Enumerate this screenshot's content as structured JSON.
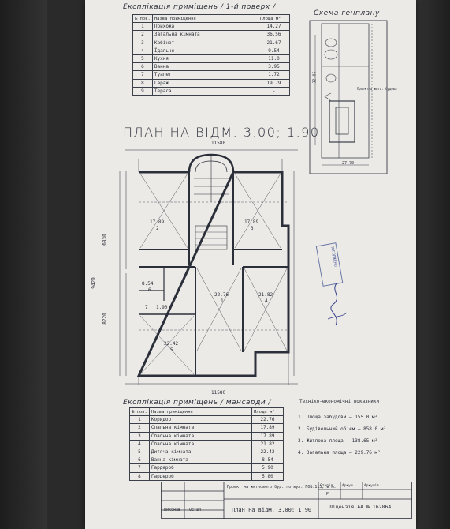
{
  "top_table": {
    "title": "Експлікація приміщень / 1-й поверх /",
    "headers": [
      "№ пов.",
      "Назва приміщення",
      "Площа м²"
    ],
    "rows": [
      {
        "n": "1",
        "name": "Прихожа",
        "area": "14.27"
      },
      {
        "n": "2",
        "name": "Загальна кімната",
        "area": "36.56"
      },
      {
        "n": "3",
        "name": "Кабінет",
        "area": "21.67"
      },
      {
        "n": "4",
        "name": "Їдальня",
        "area": "9.54"
      },
      {
        "n": "5",
        "name": "Кухня",
        "area": "11.0"
      },
      {
        "n": "6",
        "name": "Ванна",
        "area": "3.95"
      },
      {
        "n": "7",
        "name": "Туалет",
        "area": "1.72"
      },
      {
        "n": "8",
        "name": "Гараж",
        "area": "19.79"
      },
      {
        "n": "9",
        "name": "Тераса",
        "area": "-"
      }
    ]
  },
  "site_plan": {
    "title": "Схема генплану",
    "dim_vertical": "32.85",
    "dim_bottom": "27.70",
    "label": "Проектна житл. будова"
  },
  "plan": {
    "title": "ПЛАН НА ВІДМ. 3.00; 1.90",
    "dim_top": "11580",
    "dim_bottom": "11580",
    "dim_left_a": "6830",
    "dim_left_b": "8220",
    "dim_left_total": "9420",
    "rooms": [
      {
        "n": "2",
        "area": "17.89"
      },
      {
        "n": "3",
        "area": "17.89"
      },
      {
        "n": "1",
        "area": "22.76"
      },
      {
        "n": "4",
        "area": "21.82"
      },
      {
        "n": "5",
        "area": "22.42"
      },
      {
        "n": "6",
        "area": "8.54"
      },
      {
        "n": "7",
        "area": "1.90"
      }
    ]
  },
  "bottom_table": {
    "title": "Експлікація приміщень / мансарди /",
    "headers": [
      "№ пов.",
      "Назва приміщення",
      "Площа м²"
    ],
    "rows": [
      {
        "n": "1",
        "name": "Коридор",
        "area": "22.76"
      },
      {
        "n": "2",
        "name": "Спальна кімната",
        "area": "17.89"
      },
      {
        "n": "3",
        "name": "Спальна кімната",
        "area": "17.89"
      },
      {
        "n": "4",
        "name": "Спальна кімната",
        "area": "21.82"
      },
      {
        "n": "5",
        "name": "Дитяча кімната",
        "area": "22.42"
      },
      {
        "n": "6",
        "name": "Ванна кімната",
        "area": "8.54"
      },
      {
        "n": "7",
        "name": "Гардероб",
        "area": "5.90"
      },
      {
        "n": "8",
        "name": "Гардероб",
        "area": "5.80"
      }
    ]
  },
  "tech_indicators": {
    "title": "Техніко-економічні показники",
    "items": [
      "1. Площа забудови – 155.0 м²",
      "2. Будівельний об'єм – 858.0 м³",
      "3. Житлова площа – 138.65 м²",
      "4. Загальна площа – 229.76 м²"
    ]
  },
  "title_block": {
    "project": "Проект на житлового буд. по вул. ПОБ.113, в м. ",
    "sheet_title": "План на відм. 3.00; 1.90",
    "stage_label": "Стадія",
    "sheet_label": "Аркуш",
    "sheets_label": "Аркушів",
    "stage_value": "Р",
    "license": "Ліцензія АА № 162864",
    "author_label": "Виконав",
    "author_name": "Остап"
  },
  "stamp_text": "ПОГОДЖЕНО"
}
